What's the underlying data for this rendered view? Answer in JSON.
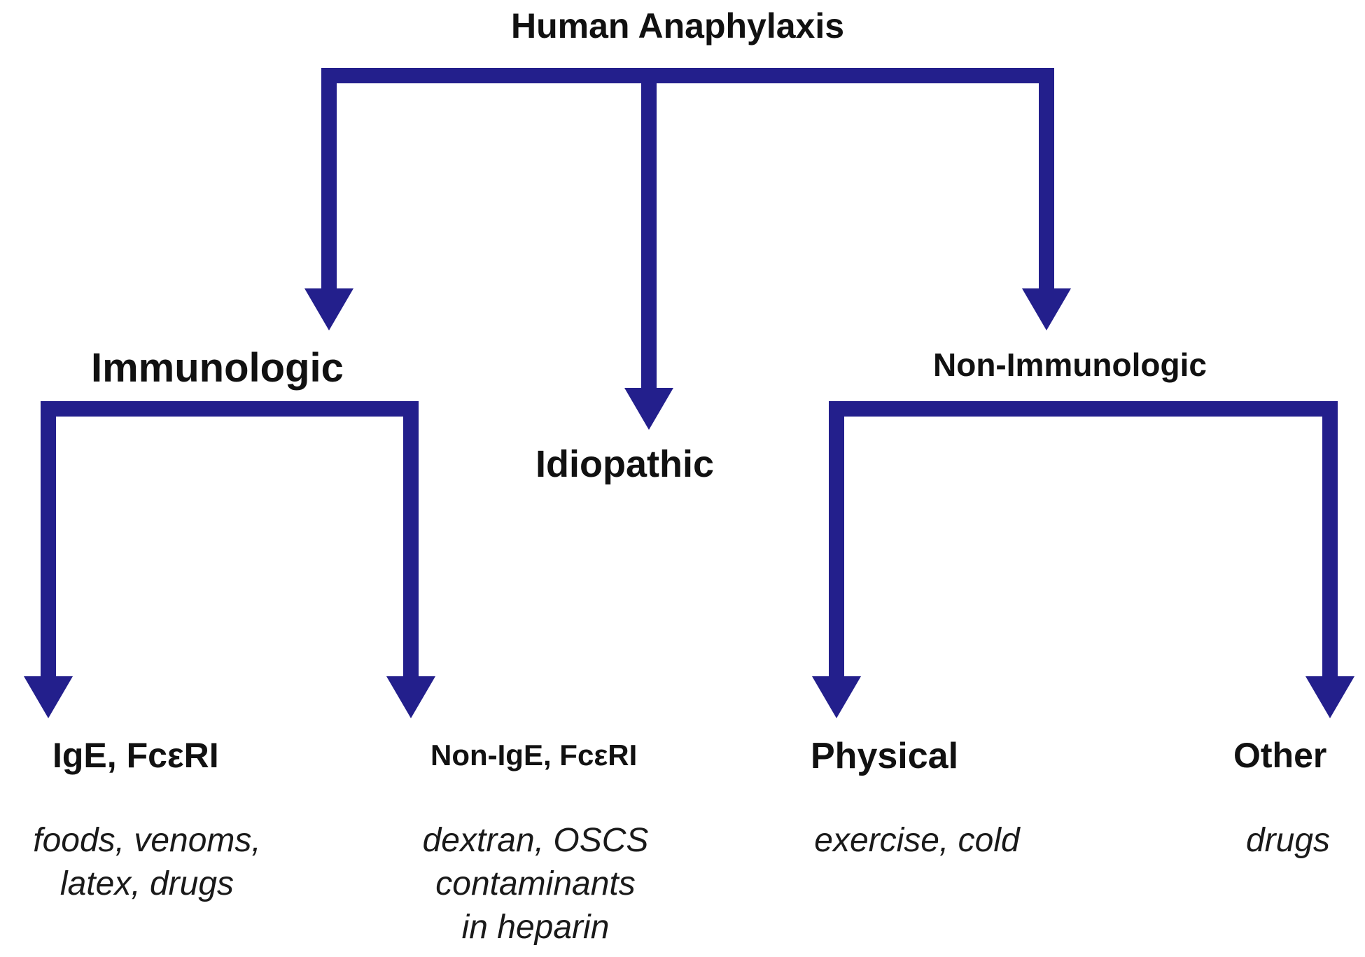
{
  "colors": {
    "connector": "#231f8c",
    "text": "#111111"
  },
  "root": {
    "label": "Human Anaphylaxis"
  },
  "categories": {
    "immunologic": {
      "label": "Immunologic"
    },
    "idiopathic": {
      "label": "Idiopathic"
    },
    "non_immunologic": {
      "label": "Non-Immunologic"
    }
  },
  "leaves": {
    "ige": {
      "label": "IgE, FcεRI",
      "examples": [
        "foods, venoms,",
        "latex, drugs"
      ]
    },
    "non_ige": {
      "label": "Non-IgE, FcεRI",
      "examples": [
        "dextran, OSCS",
        "contaminants",
        "in heparin"
      ]
    },
    "physical": {
      "label": "Physical",
      "examples": [
        "exercise, cold"
      ]
    },
    "other": {
      "label": "Other",
      "examples": [
        "drugs"
      ]
    }
  }
}
